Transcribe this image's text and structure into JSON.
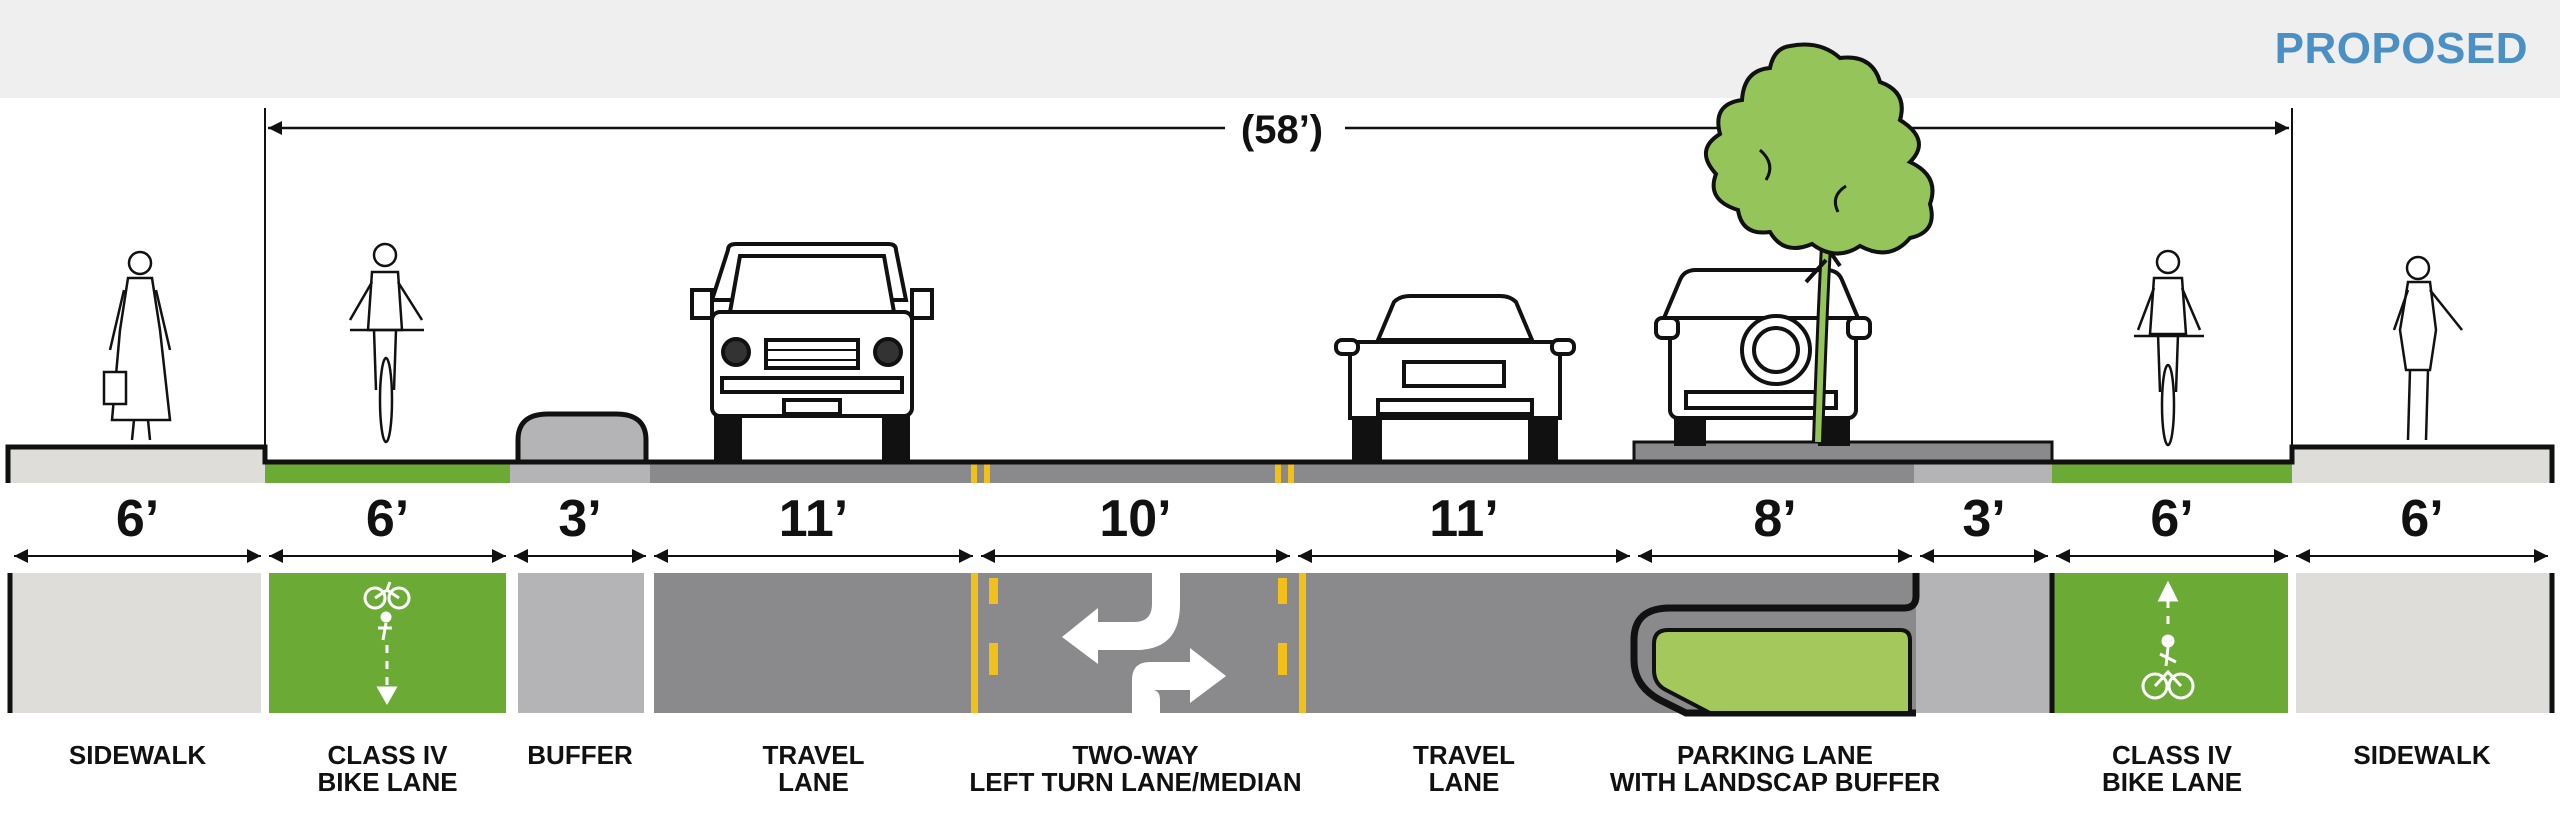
{
  "header": {
    "badge": "PROPOSED"
  },
  "overall_width": "(58’)",
  "segments": [
    {
      "id": "sidewalk-left",
      "width": "6’",
      "name_lines": [
        "SIDEWALK"
      ]
    },
    {
      "id": "bike-left",
      "width": "6’",
      "name_lines": [
        "CLASS IV",
        "BIKE LANE"
      ]
    },
    {
      "id": "buffer",
      "width": "3’",
      "name_lines": [
        "BUFFER"
      ]
    },
    {
      "id": "travel-left",
      "width": "11’",
      "name_lines": [
        "TRAVEL",
        "LANE"
      ]
    },
    {
      "id": "center-turn",
      "width": "10’",
      "name_lines": [
        "TWO-WAY",
        "LEFT TURN LANE/MEDIAN"
      ]
    },
    {
      "id": "travel-right",
      "width": "11’",
      "name_lines": [
        "TRAVEL",
        "LANE"
      ]
    },
    {
      "id": "parking",
      "width": "8’",
      "name_lines": [
        "PARKING LANE",
        "WITH LANDSCAP BUFFER"
      ]
    },
    {
      "id": "parking-buffer",
      "width": "3’",
      "name_lines": []
    },
    {
      "id": "bike-right",
      "width": "6’",
      "name_lines": [
        "CLASS IV",
        "BIKE LANE"
      ]
    },
    {
      "id": "sidewalk-right",
      "width": "6’",
      "name_lines": [
        "SIDEWALK"
      ]
    }
  ],
  "colors": {
    "bike_green": "#6aaa35",
    "landscape_green": "#a5c85d",
    "tree_green": "#94c45a",
    "asphalt": "#8a8a8c",
    "buffer_gray": "#b4b3b5",
    "sidewalk": "#deddda",
    "yellow_stripe": "#f2c01b",
    "badge_blue": "#4a90c4"
  },
  "icons": [
    "pedestrian-icon",
    "cyclist-icon",
    "van-icon",
    "sedan-icon",
    "suv-icon",
    "tree-icon",
    "turn-arrow-icon",
    "bike-symbol-icon"
  ]
}
